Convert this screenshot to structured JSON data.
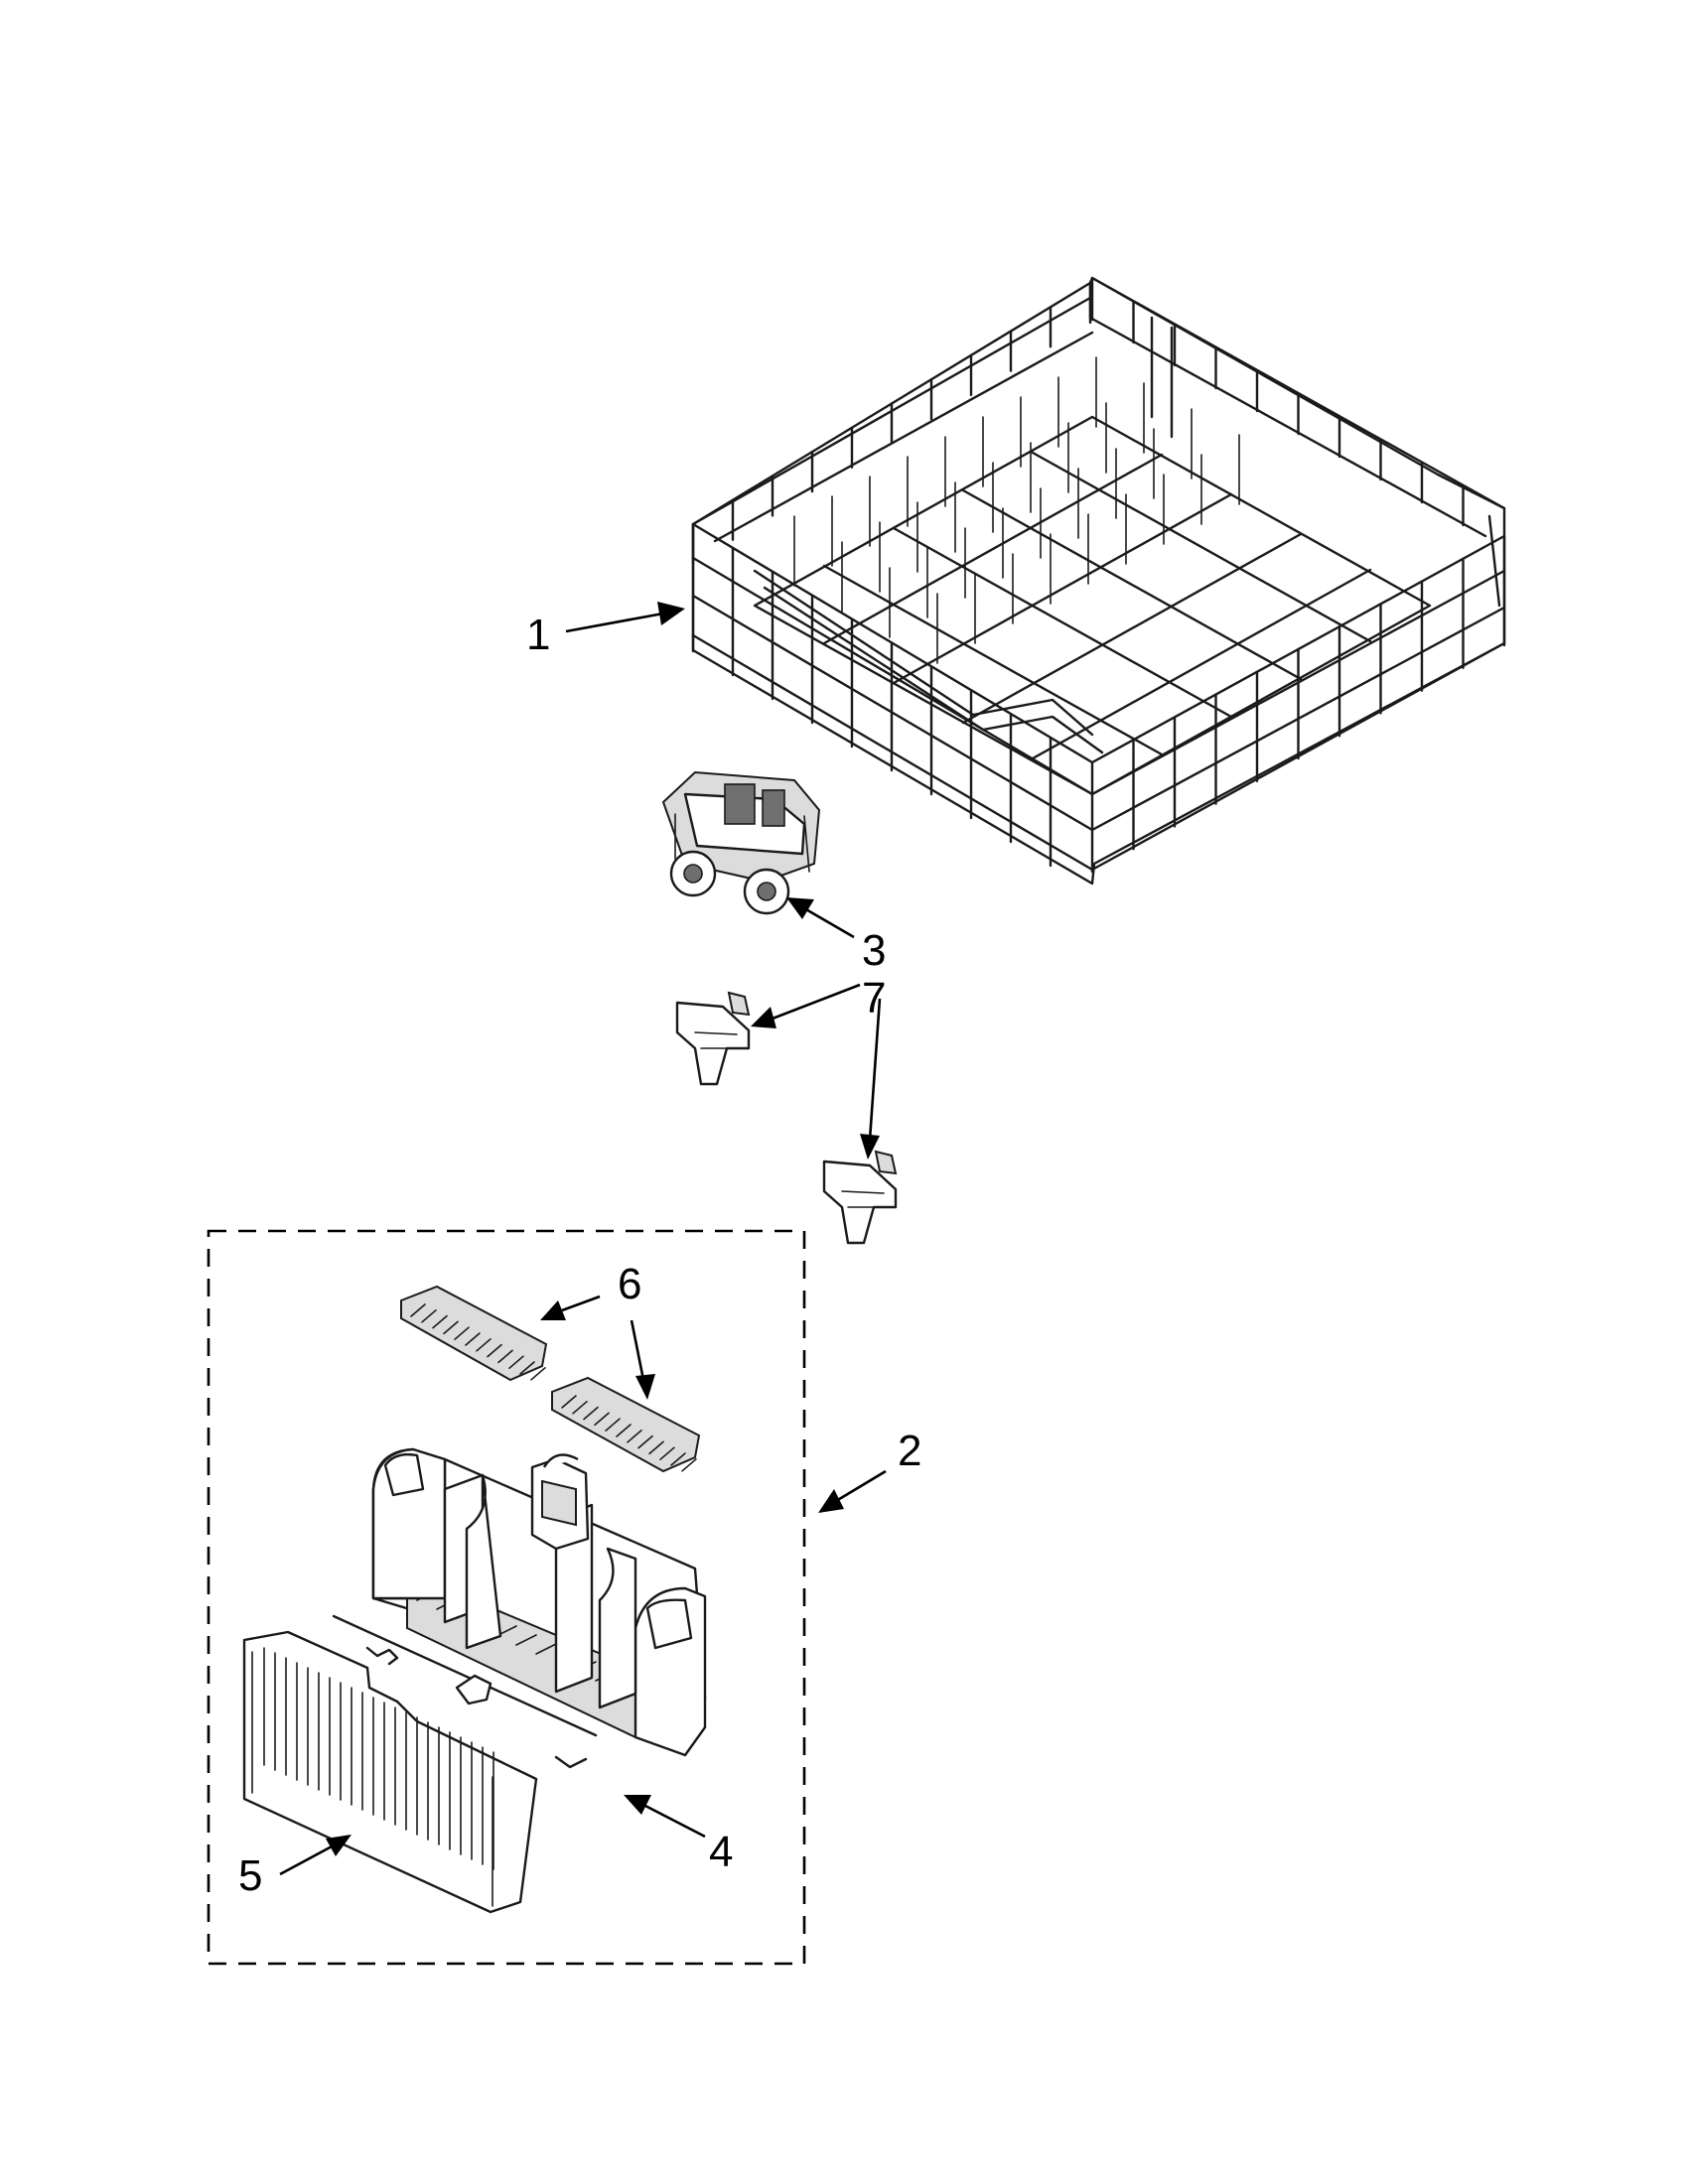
{
  "callouts": {
    "rack": "1",
    "silverware_basket_assembly": "2",
    "wheel_assembly": "3",
    "basket_lid": "4",
    "basket_cover": "5",
    "basket_clips": "6",
    "rack_clips": "7"
  }
}
